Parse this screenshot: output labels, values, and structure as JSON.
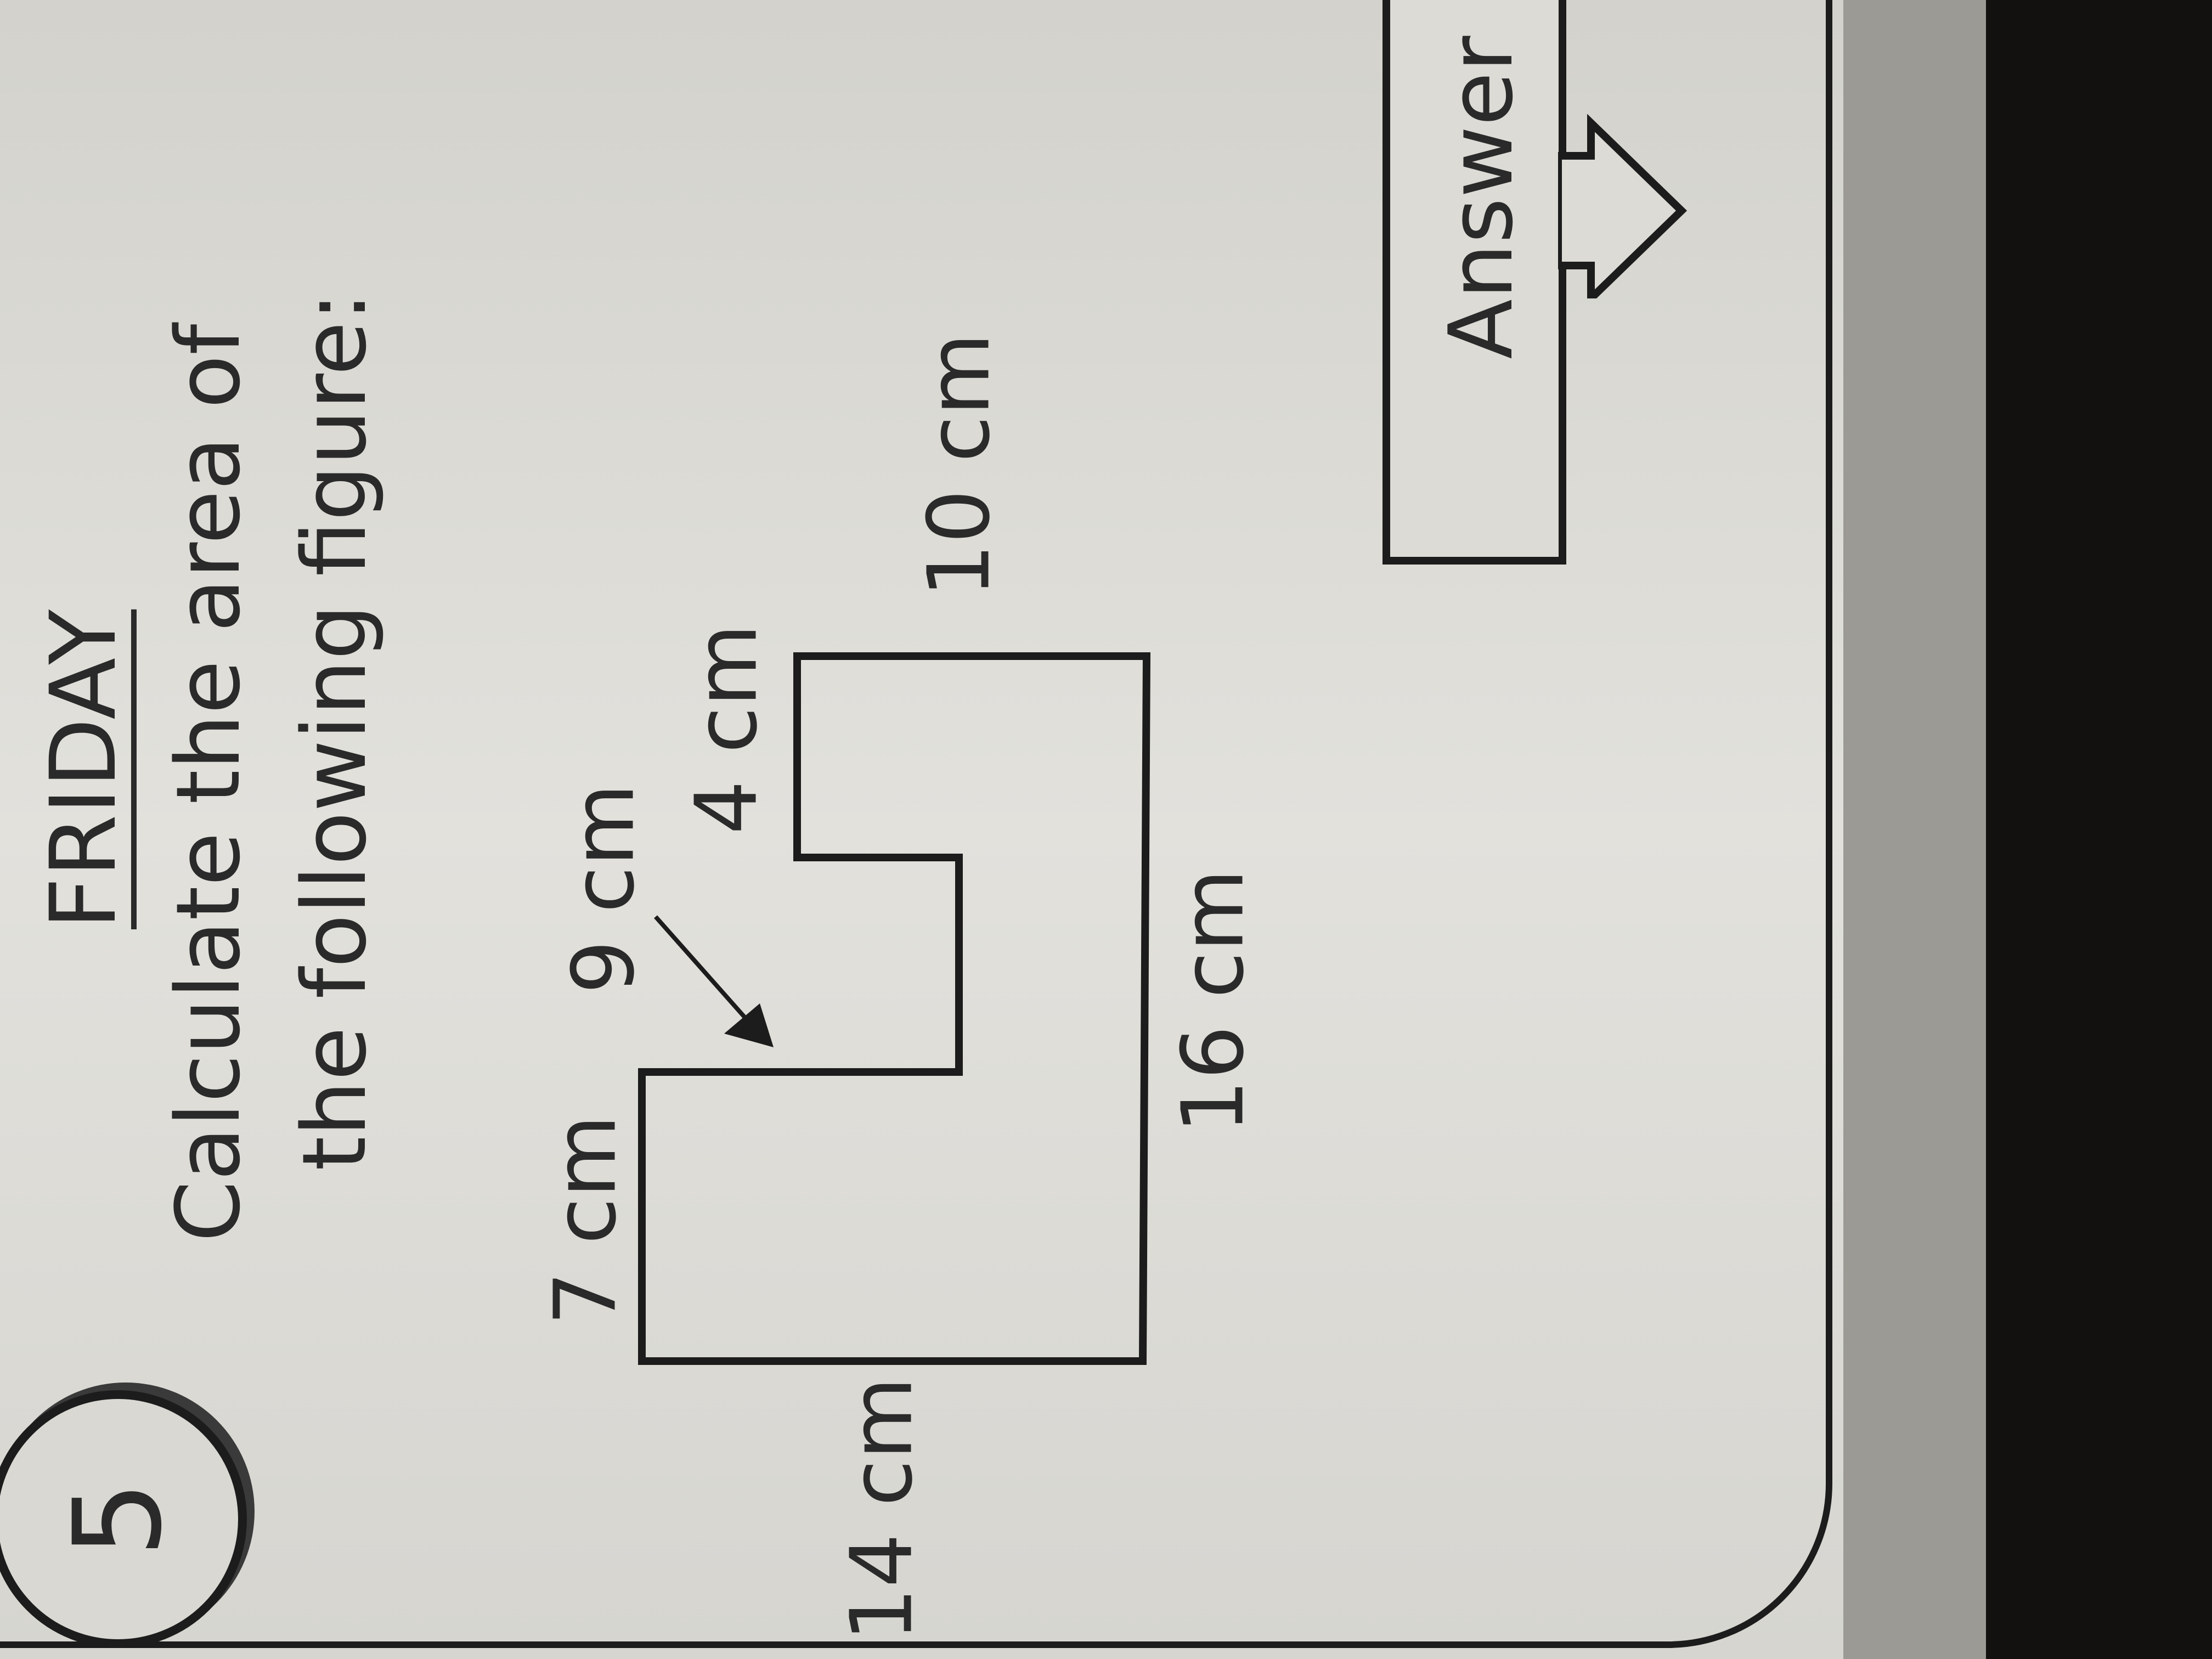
{
  "problem": {
    "number": "5",
    "day": "FRIDAY",
    "question_line1": "Calculate the area of",
    "question_line2": "the following figure:"
  },
  "figure": {
    "labels": {
      "left_height": "14 cm",
      "top_left": "7 cm",
      "notch_depth": "9 cm",
      "notch_width": "4 cm",
      "right_height": "10 cm",
      "bottom": "16 cm"
    }
  },
  "answer": {
    "label": "Answer"
  }
}
